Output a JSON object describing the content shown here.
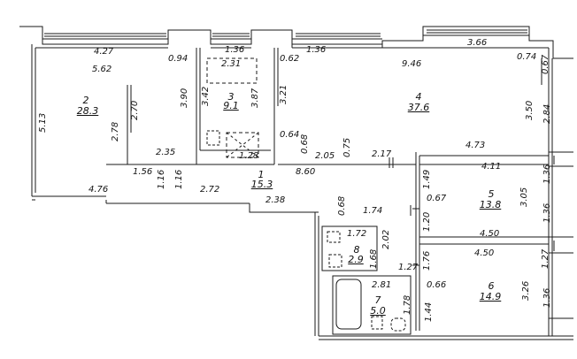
{
  "rooms": [
    {
      "no": "1",
      "area": "15.3"
    },
    {
      "no": "2",
      "area": "28.3"
    },
    {
      "no": "3",
      "area": "9.1"
    },
    {
      "no": "4",
      "area": "37.6"
    },
    {
      "no": "5",
      "area": "13.8"
    },
    {
      "no": "6",
      "area": "14.9"
    },
    {
      "no": "7",
      "area": "5.0"
    },
    {
      "no": "8",
      "area": "2.9"
    }
  ],
  "dimensions": [
    "4.27",
    "5.62",
    "0.94",
    "1.36",
    "2.31",
    "0.62",
    "1.36",
    "9.46",
    "3.66",
    "0.74",
    "0.67",
    "3.90",
    "3.42",
    "3.87",
    "3.21",
    "2.70",
    "2.78",
    "5.13",
    "3.50",
    "2.84",
    "1.28",
    "0.64",
    "0.68",
    "0.75",
    "2.05",
    "2.17",
    "2.35",
    "8.60",
    "4.73",
    "4.11",
    "1.56",
    "1.16",
    "1.16",
    "2.72",
    "4.76",
    "1.49",
    "3.05",
    "1.36",
    "0.67",
    "2.38",
    "0.68",
    "1.74",
    "1.72",
    "2.02",
    "1.20",
    "4.50",
    "1.36",
    "1.68",
    "1.27",
    "1.76",
    "4.50",
    "1.27",
    "2.81",
    "0.66",
    "3.26",
    "1.78",
    "1.44",
    "1.36"
  ]
}
